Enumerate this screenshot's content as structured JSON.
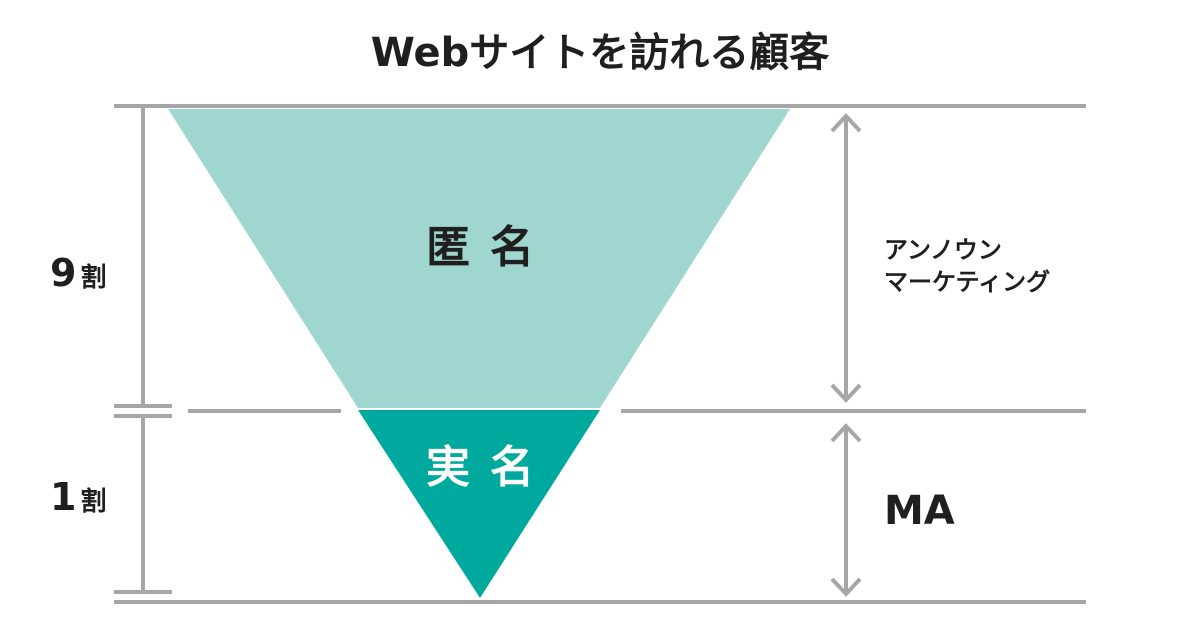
{
  "title": "Webサイトを訪れる顧客",
  "colors": {
    "anonymous_fill": "#9fd6d0",
    "identified_fill": "#00a99d",
    "line": "#a6a6a6",
    "text_dark": "#1f1f1f",
    "text_light": "#ffffff"
  },
  "segments": [
    {
      "share_number": "9",
      "share_unit": "割",
      "region_label": "匿名",
      "approach_lines": [
        "アンノウン",
        "マーケティング"
      ]
    },
    {
      "share_number": "1",
      "share_unit": "割",
      "region_label": "実名",
      "approach_lines": [
        "MA"
      ]
    }
  ]
}
